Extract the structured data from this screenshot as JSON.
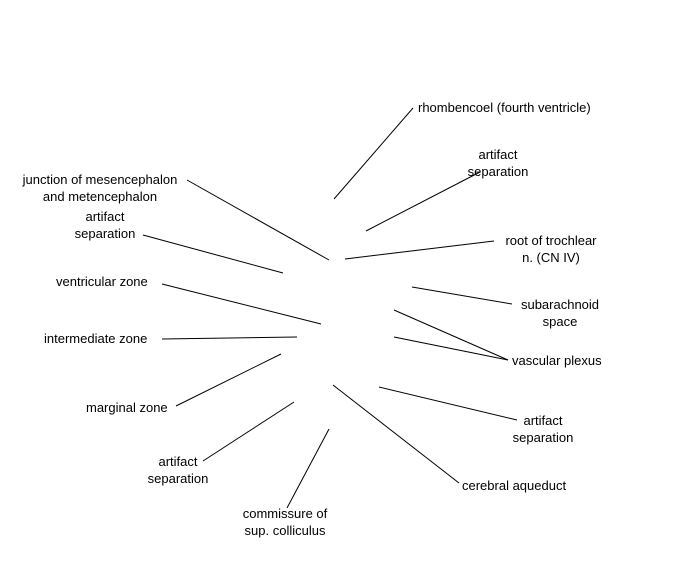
{
  "diagram": {
    "line_color": "#000000",
    "background": "#ffffff",
    "labels": {
      "rhombencoel": [
        "rhombencoel (fourth ventricle)"
      ],
      "artifact_top_right": [
        "artifact",
        "separation"
      ],
      "trochlear_root": [
        "root of trochlear",
        "n. (CN IV)"
      ],
      "subarachnoid": [
        "subarachnoid",
        "space"
      ],
      "vascular_plexus": [
        "vascular plexus"
      ],
      "artifact_bottom_right": [
        "artifact",
        "separation"
      ],
      "cerebral_aqueduct": [
        "cerebral aqueduct"
      ],
      "commissure": [
        "commissure of",
        "sup. colliculus"
      ],
      "artifact_bottom_left": [
        "artifact",
        "separation"
      ],
      "marginal_zone": [
        "marginal zone"
      ],
      "intermediate_zone": [
        "intermediate zone"
      ],
      "ventricular_zone": [
        "ventricular zone"
      ],
      "artifact_left": [
        "artifact",
        "separation"
      ],
      "junction": [
        "junction of mesencephalon",
        "and metencephalon"
      ]
    }
  }
}
